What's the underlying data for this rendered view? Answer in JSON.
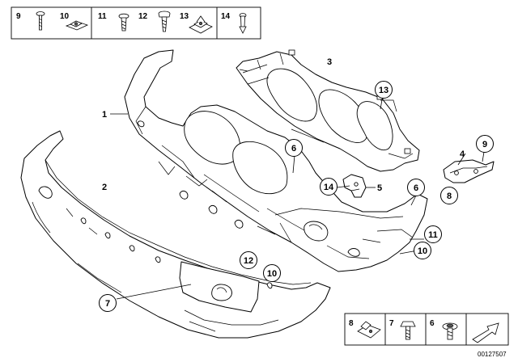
{
  "hardware_legend_top": [
    "9",
    "10",
    "11",
    "12",
    "13",
    "14"
  ],
  "hardware_legend_bottom": [
    "8",
    "7",
    "6"
  ],
  "callouts": {
    "p1": "1",
    "p2": "2",
    "p3": "3",
    "p4": "4",
    "p5": "5",
    "p6a": "6",
    "p6b": "6",
    "p7": "7",
    "p8": "8",
    "p9": "9",
    "p10a": "10",
    "p10b": "10",
    "p11": "11",
    "p12": "12",
    "p13": "13",
    "p14": "14"
  },
  "doc_id": "00127507"
}
